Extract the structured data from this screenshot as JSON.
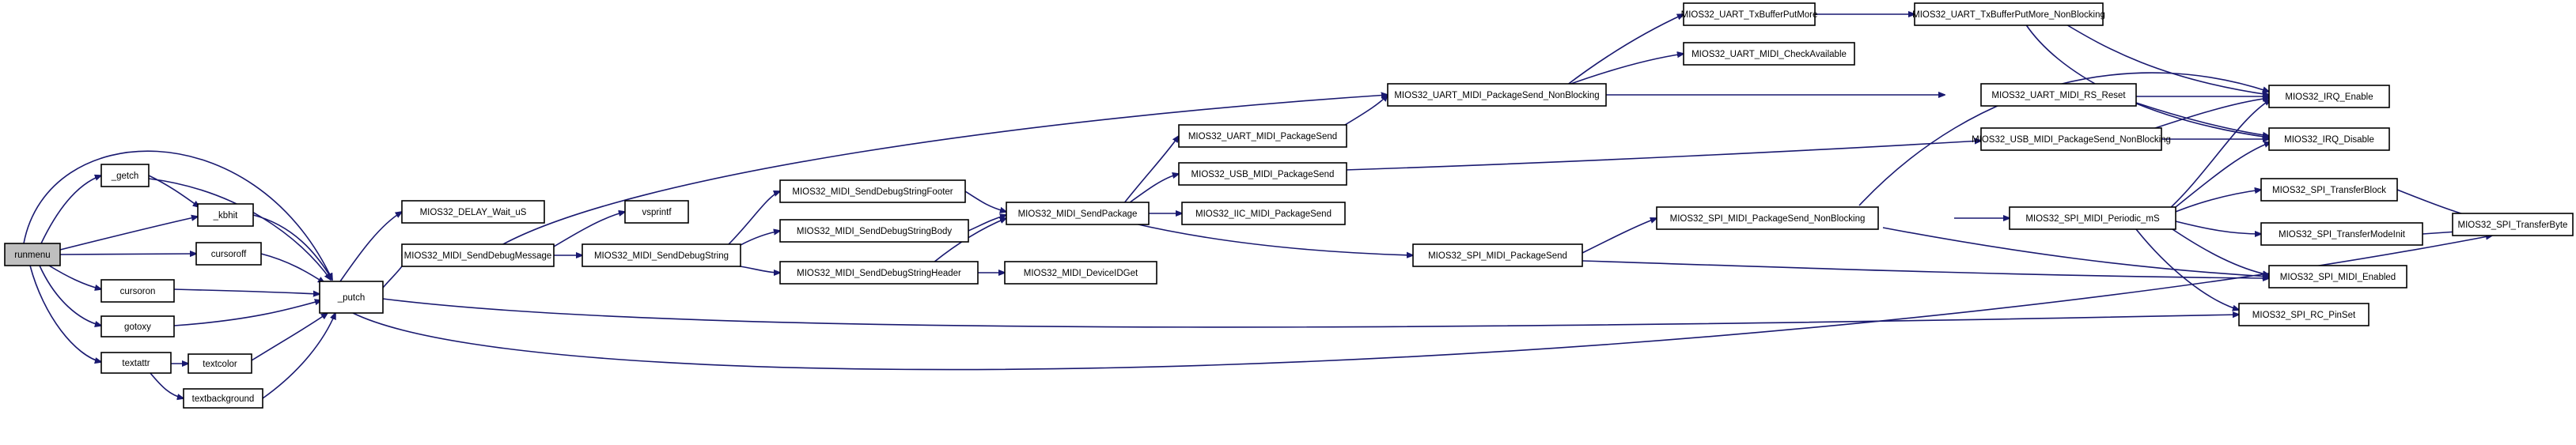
{
  "graph": {
    "root": "runmenu",
    "colors": {
      "edge": "#191970",
      "node_border": "#000000",
      "node_fill": "#ffffff",
      "root_fill": "#bfbfbf"
    },
    "nodes": {
      "runmenu": "runmenu",
      "getch": "_getch",
      "kbhit": "_kbhit",
      "cursoroff": "cursoroff",
      "cursoron": "cursoron",
      "gotoxy": "gotoxy",
      "textattr": "textattr",
      "textcolor": "textcolor",
      "textbackground": "textbackground",
      "putch": "_putch",
      "delay": "MIOS32_DELAY_Wait_uS",
      "senddebugmessage": "MIOS32_MIDI_SendDebugMessage",
      "vsprintf": "vsprintf",
      "senddebugstring": "MIOS32_MIDI_SendDebugString",
      "footer": "MIOS32_MIDI_SendDebugStringFooter",
      "body": "MIOS32_MIDI_SendDebugStringBody",
      "header": "MIOS32_MIDI_SendDebugStringHeader",
      "deviceid": "MIOS32_MIDI_DeviceIDGet",
      "sendpackage": "MIOS32_MIDI_SendPackage",
      "uart_packagesend": "MIOS32_UART_MIDI_PackageSend",
      "usb_packagesend": "MIOS32_USB_MIDI_PackageSend",
      "iic_packagesend": "MIOS32_IIC_MIDI_PackageSend",
      "spi_packagesend": "MIOS32_SPI_MIDI_PackageSend",
      "uart_packagesend_nb": "MIOS32_UART_MIDI_PackageSend_NonBlocking",
      "uart_txbufferputmore": "MIOS32_UART_TxBufferPutMore",
      "uart_checkavailable": "MIOS32_UART_MIDI_CheckAvailable",
      "uart_txbufferputmore_nb": "MIOS32_UART_TxBufferPutMore_NonBlocking",
      "uart_rs_reset": "MIOS32_UART_MIDI_RS_Reset",
      "usb_packagesend_nb": "MIOS32_USB_MIDI_PackageSend_NonBlocking",
      "spi_packagesend_nb": "MIOS32_SPI_MIDI_PackageSend_NonBlocking",
      "spi_periodic": "MIOS32_SPI_MIDI_Periodic_mS",
      "irq_enable": "MIOS32_IRQ_Enable",
      "irq_disable": "MIOS32_IRQ_Disable",
      "spi_transferblock": "MIOS32_SPI_TransferBlock",
      "spi_transfermodeinit": "MIOS32_SPI_TransferModeInit",
      "spi_transferbyte": "MIOS32_SPI_TransferByte",
      "spi_midi_enabled": "MIOS32_SPI_MIDI_Enabled",
      "spi_rc_pinset": "MIOS32_SPI_RC_PinSet"
    }
  }
}
